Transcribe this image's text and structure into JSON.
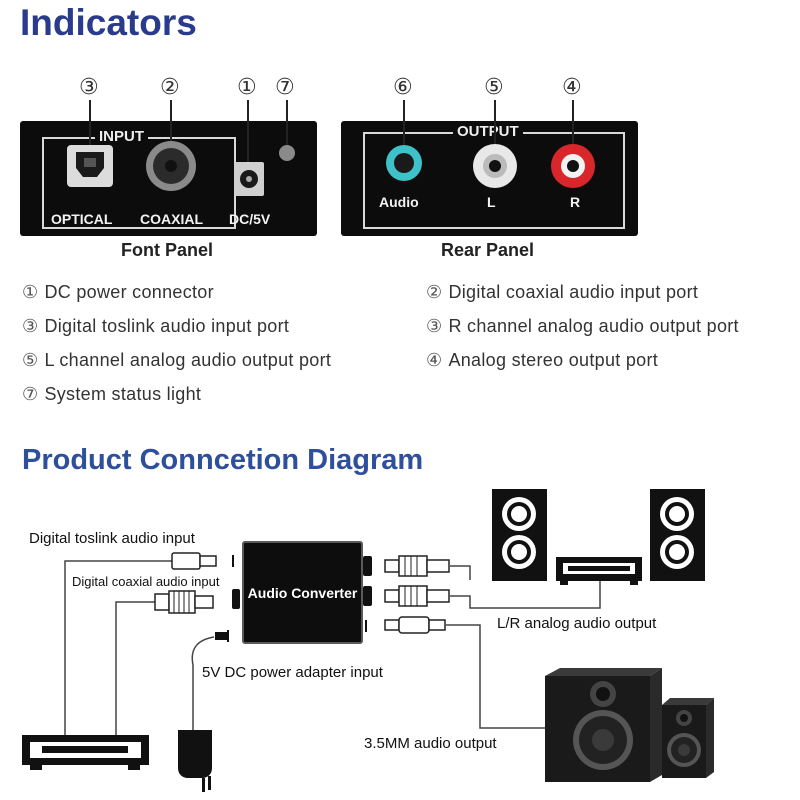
{
  "indicators": {
    "title": "Indicators",
    "front_panel": {
      "caption": "Font Panel",
      "group_label": "INPUT",
      "optical_label": "OPTICAL",
      "coaxial_label": "COAXIAL",
      "dc_label": "DC/5V",
      "num_optical": "③",
      "num_coaxial": "②",
      "num_dc": "①",
      "num_light": "⑦"
    },
    "rear_panel": {
      "caption": "Rear Panel",
      "group_label": "OUTPUT",
      "audio_label": "Audio",
      "l_label": "L",
      "r_label": "R",
      "num_audio": "⑥",
      "num_l": "⑤",
      "num_r": "④"
    },
    "legend": [
      {
        "num": "①",
        "text": "DC  power  connector"
      },
      {
        "num": "②",
        "text": "Digital coaxial audio input port"
      },
      {
        "num": "③",
        "text": "Digital toslink audio input port"
      },
      {
        "num": "③",
        "text": "R channel analog audio output port"
      },
      {
        "num": "⑤",
        "text": "L channel analog audio output port"
      },
      {
        "num": "④",
        "text": "Analog stereo output port"
      },
      {
        "num": "⑦",
        "text": "System status light"
      }
    ]
  },
  "diagram": {
    "title": "Product Conncetion Diagram",
    "converter_label": "Audio Converter",
    "labels": {
      "toslink_input": "Digital  toslink audio input",
      "coaxial_input": "Digital  coaxial audio input",
      "lr_output": "L/R analog audio output",
      "dc_input": "5V DC power adapter input",
      "mm_output": "3.5MM audio output"
    }
  },
  "colors": {
    "title_blue": "#2a3a8c",
    "audio_jack": "#3fc1c9",
    "rca_white": "#e8e8e8",
    "rca_red": "#d8262a",
    "panel_black": "#0c0c0c"
  }
}
